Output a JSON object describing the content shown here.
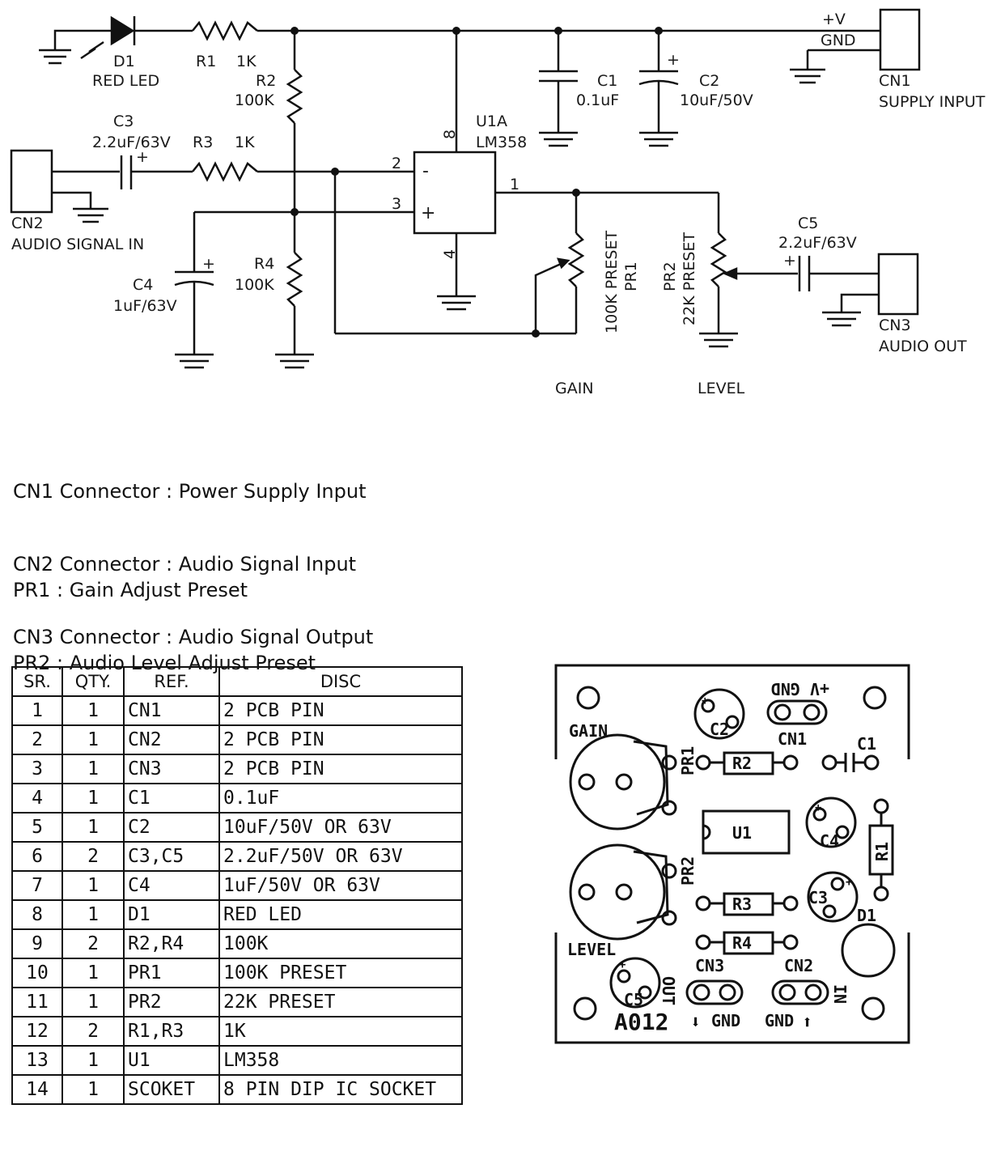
{
  "schematic": {
    "d1": {
      "ref": "D1",
      "value": "RED LED"
    },
    "r1": {
      "ref": "R1",
      "value": "1K"
    },
    "r2": {
      "ref": "R2",
      "value": "100K"
    },
    "r3": {
      "ref": "R3",
      "value": "1K"
    },
    "r4": {
      "ref": "R4",
      "value": "100K"
    },
    "c1": {
      "ref": "C1",
      "value": "0.1uF"
    },
    "c2": {
      "ref": "C2",
      "value": "10uF/50V"
    },
    "c3": {
      "ref": "C3",
      "value": "2.2uF/63V"
    },
    "c4": {
      "ref": "C4",
      "value": "1uF/63V"
    },
    "c5": {
      "ref": "C5",
      "value": "2.2uF/63V"
    },
    "u1": {
      "ref": "U1A",
      "value": "LM358",
      "pins": [
        "2",
        "3",
        "8",
        "4",
        "1"
      ],
      "minus": "-",
      "plus": "+"
    },
    "pr1": {
      "value": "100K PRESET",
      "ref": "PR1",
      "function": "GAIN"
    },
    "pr2": {
      "ref": "PR2",
      "value": "22K PRESET",
      "function": "LEVEL"
    },
    "cn1": {
      "ref": "CN1",
      "desc": "SUPPLY INPUT",
      "pin1": "+V",
      "pin2": "GND"
    },
    "cn2": {
      "ref": "CN2",
      "desc": "AUDIO SIGNAL IN"
    },
    "cn3": {
      "ref": "CN3",
      "desc": "AUDIO OUT"
    },
    "polarity_mark": "+"
  },
  "legend": {
    "connectors": [
      "CN1 Connector : Power Supply Input",
      "CN2 Connector : Audio Signal Input",
      "CN3 Connector : Audio Signal Output"
    ],
    "presets": [
      "PR1 : Gain Adjust Preset",
      "PR2 : Audio Level Adjust Preset"
    ]
  },
  "bom": {
    "headers": [
      "SR.",
      "QTY.",
      "REF.",
      "DISC"
    ],
    "rows": [
      [
        "1",
        "1",
        "CN1",
        "2 PCB PIN"
      ],
      [
        "2",
        "1",
        "CN2",
        "2 PCB PIN"
      ],
      [
        "3",
        "1",
        "CN3",
        "2 PCB PIN"
      ],
      [
        "4",
        "1",
        "C1",
        "0.1uF"
      ],
      [
        "5",
        "1",
        "C2",
        "10uF/50V OR 63V"
      ],
      [
        "6",
        "2",
        "C3,C5",
        "2.2uF/50V OR 63V"
      ],
      [
        "7",
        "1",
        "C4",
        "1uF/50V OR 63V"
      ],
      [
        "8",
        "1",
        "D1",
        "RED LED"
      ],
      [
        "9",
        "2",
        "R2,R4",
        "100K"
      ],
      [
        "10",
        "1",
        "PR1",
        "100K PRESET"
      ],
      [
        "11",
        "1",
        "PR2",
        "22K PRESET"
      ],
      [
        "12",
        "2",
        "R1,R3",
        "1K"
      ],
      [
        "13",
        "1",
        "U1",
        "LM358"
      ],
      [
        "14",
        "1",
        "SCOKET",
        "8 PIN DIP IC SOCKET"
      ]
    ]
  },
  "pcb": {
    "gain": "GAIN",
    "level": "LEVEL",
    "board_id": "A012",
    "cn1_pins": "+V GND",
    "labels": {
      "c1": "C1",
      "c2": "C2",
      "c3": "C3",
      "c4": "C4",
      "c5": "C5",
      "r1": "R1",
      "r2": "R2",
      "r3": "R3",
      "r4": "R4",
      "u1": "U1",
      "d1": "D1",
      "pr1": "PR1",
      "pr2": "PR2",
      "cn1": "CN1",
      "cn2": "CN2",
      "cn3": "CN3"
    },
    "out": "OUT",
    "in": "IN",
    "gnd_left": "GND",
    "gnd_right": "GND",
    "plus": "+",
    "arrow_down": "⬇",
    "arrow_up": "⬆"
  }
}
